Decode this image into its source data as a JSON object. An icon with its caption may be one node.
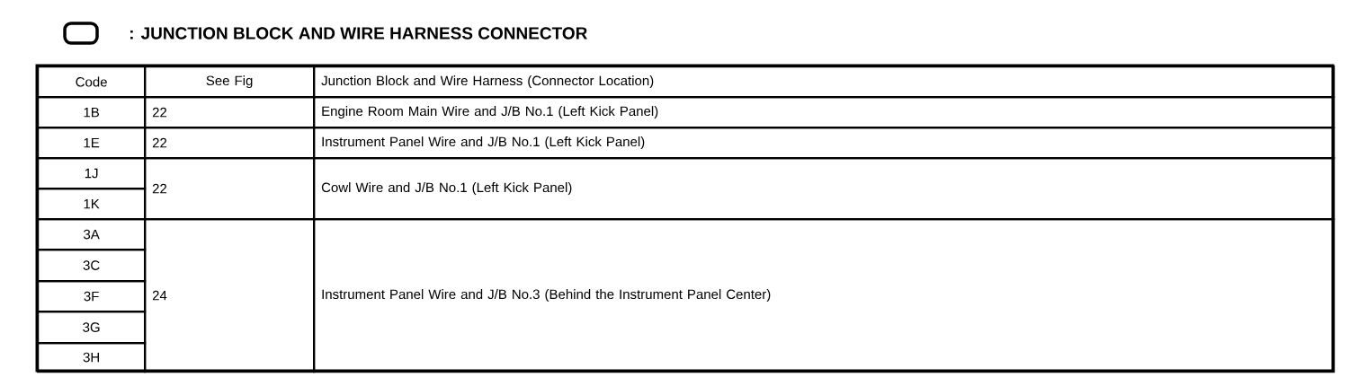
{
  "diagram": {
    "legend": [
      {
        "text": ": JUNCTION BLOCK AND WIRE HARNESS CONNECTOR"
      }
    ],
    "labels": [
      "Code",
      "See Fig",
      "Junction Block and Wire Harness (Connector Location)",
      "1B",
      "22",
      "Engine Room Main Wire and J/B No.1 (Left Kick Panel)",
      "1E",
      "22",
      "Instrument Panel Wire and J/B No.1 (Left Kick Panel)",
      "1J",
      "22",
      "Cowl Wire and J/B No.1 (Left Kick Panel)",
      "1K",
      "3A",
      "24",
      "Instrument Panel Wire and J/B No.3 (Behind the Instrument Panel Center)",
      "3C",
      "3F",
      "3G",
      "3H"
    ]
  }
}
